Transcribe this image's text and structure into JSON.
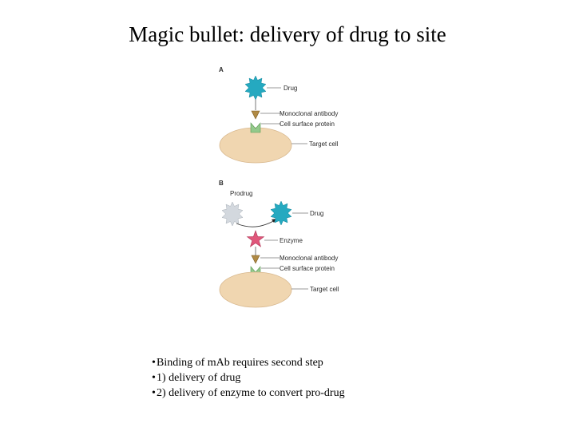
{
  "slide": {
    "title": "Magic bullet:  delivery of drug to site"
  },
  "figure": {
    "panel_a": {
      "label": "A",
      "drug": "Drug",
      "antibody": "Monoclonal antibody",
      "surface_protein": "Cell surface protein",
      "target_cell": "Target cell"
    },
    "panel_b": {
      "label": "B",
      "prodrug": "Prodrug",
      "drug": "Drug",
      "enzyme": "Enzyme",
      "antibody": "Monoclonal antibody",
      "surface_protein": "Cell surface protein",
      "target_cell": "Target cell"
    },
    "colors": {
      "drug": "#25a9c0",
      "prodrug": "#d3d8de",
      "enzyme": "#e0567a",
      "antibody": "#b08a44",
      "surface_protein": "#93c98b",
      "cell": "#f0d6b0"
    }
  },
  "bullets": [
    {
      "mark": "•",
      "text": "Binding of mAb requires second step"
    },
    {
      "mark": "•",
      "text": "1)  delivery of drug"
    },
    {
      "mark": "•",
      "text": "2)  delivery of enzyme to convert pro-drug"
    }
  ]
}
